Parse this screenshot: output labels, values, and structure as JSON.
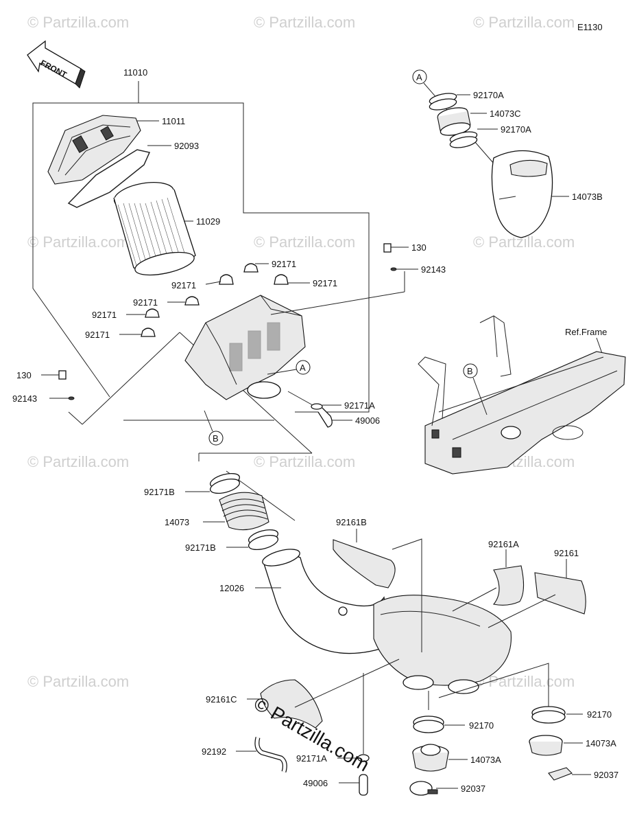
{
  "diagram_code": "E1130",
  "front_label": "FRONT",
  "ref_frame_label": "Ref.Frame",
  "watermark": "© Partzilla.com",
  "markers": {
    "a": "A",
    "b": "B"
  },
  "part_numbers": {
    "p11010": "11010",
    "p11011": "11011",
    "p92093": "92093",
    "p11029": "11029",
    "p92171_1": "92171",
    "p92171_2": "92171",
    "p92171_3": "92171",
    "p92171_4": "92171",
    "p92171_5": "92171",
    "p92171_6": "92171",
    "p130_left": "130",
    "p92143_left": "92143",
    "p130_right": "130",
    "p92143_right": "92143",
    "p92171A_top": "92171A",
    "p49006_top": "49006",
    "p92170A_1": "92170A",
    "p14073C": "14073C",
    "p92170A_2": "92170A",
    "p14073B": "14073B",
    "p92171B_1": "92171B",
    "p14073": "14073",
    "p92171B_2": "92171B",
    "p12026": "12026",
    "p92161B": "92161B",
    "p92161A": "92161A",
    "p92161": "92161",
    "p92161C": "92161C",
    "p92192": "92192",
    "p92171A_bot": "92171A",
    "p49006_bot": "49006",
    "p92170_1": "92170",
    "p92170_2": "92170",
    "p14073A_1": "14073A",
    "p14073A_2": "14073A",
    "p92037_1": "92037",
    "p92037_2": "92037"
  }
}
